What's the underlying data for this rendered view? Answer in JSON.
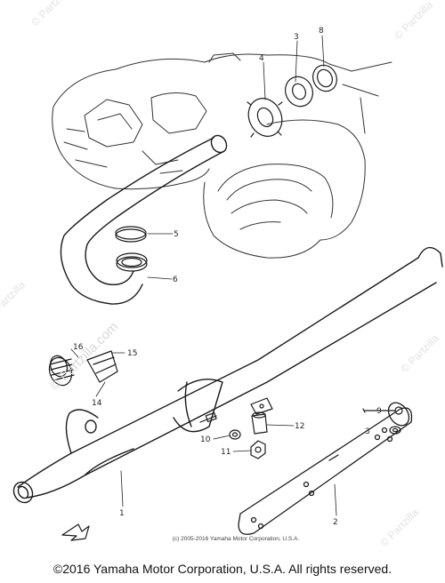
{
  "diagram": {
    "callouts": [
      "3",
      "8",
      "4",
      "5",
      "6",
      "16",
      "15",
      "14",
      "1",
      "9",
      "3",
      "12",
      "10",
      "11",
      "2"
    ],
    "watermarks": [
      "© Partzilla",
      "© Partzilla",
      "© Partzilla",
      "© Partzilla",
      "© Partzilla",
      "© Partzilla.com"
    ]
  },
  "inner_copyright": "(c) 2005-2016 Yamaha Motor Corporation, U.S.A.",
  "footer_copyright": "©2016 Yamaha Motor Corporation, U.S.A. All rights reserved."
}
